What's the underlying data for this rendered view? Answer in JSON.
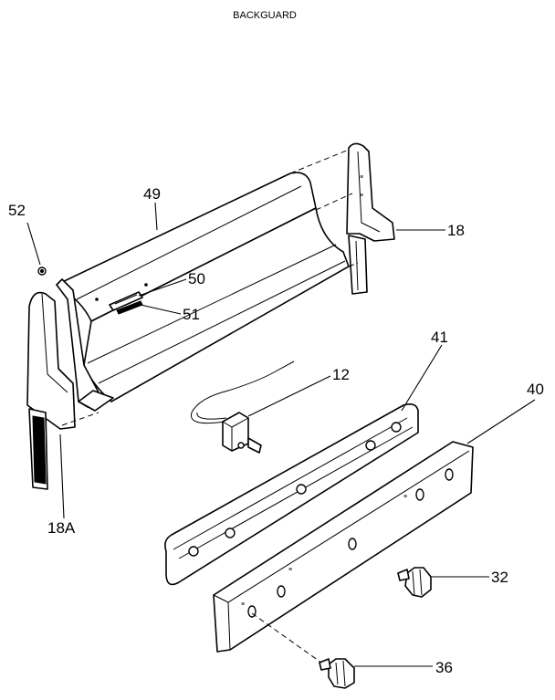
{
  "title": "BACKGUARD",
  "callouts": {
    "c52": "52",
    "c49": "49",
    "c50": "50",
    "c51": "51",
    "c18": "18",
    "c18a": "18A",
    "c12": "12",
    "c41": "41",
    "c40": "40",
    "c32": "32",
    "c36": "36"
  }
}
